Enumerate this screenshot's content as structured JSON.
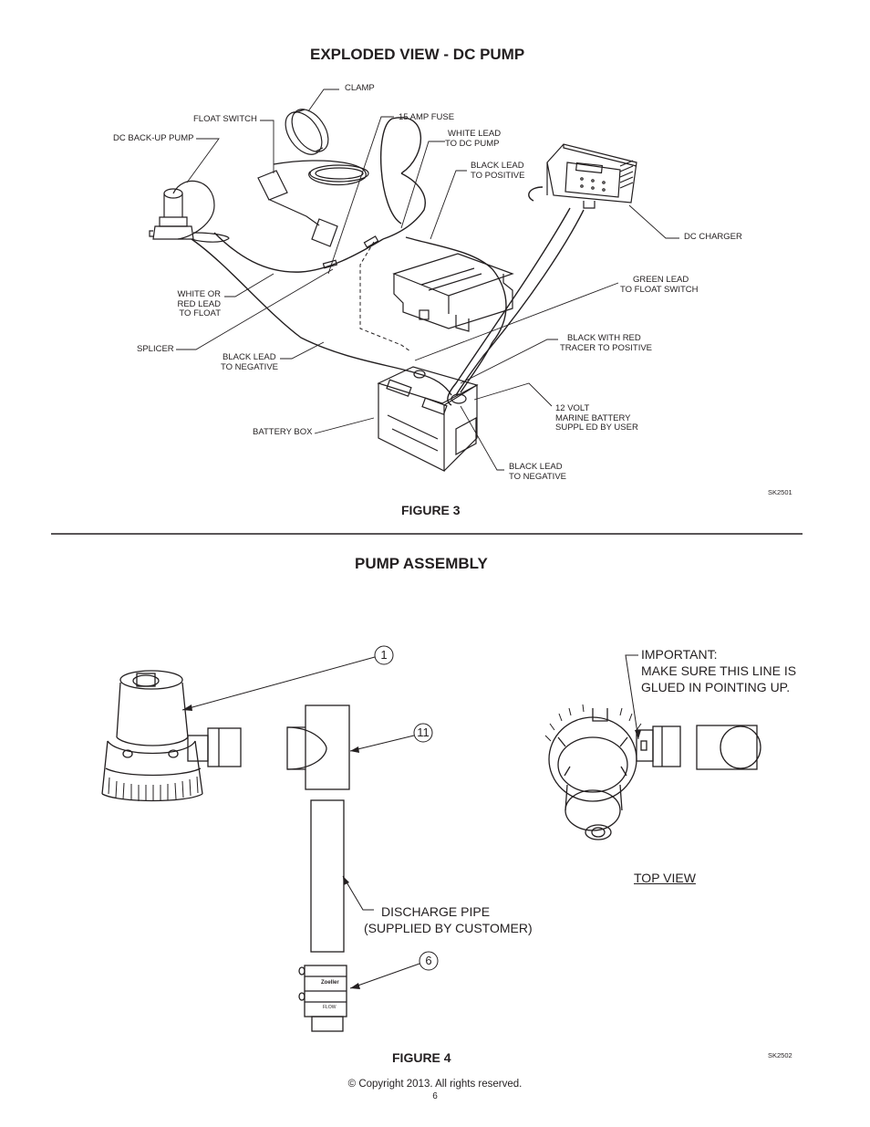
{
  "figure3": {
    "title": "EXPLODED VIEW - DC PUMP",
    "caption": "FIGURE 3",
    "code": "SK2501",
    "labels": {
      "clamp": "CLAMP",
      "float_switch": "FLOAT SWITCH",
      "dc_backup_pump": "DC BACK-UP PUMP",
      "fuse": "15 AMP FUSE",
      "white_lead_l1": "WHITE LEAD",
      "white_lead_l2": "TO DC PUMP",
      "black_pos_l1": "BLACK LEAD",
      "black_pos_l2": "TO POSITIVE",
      "dc_charger": "DC CHARGER",
      "white_red_l1": "WHITE OR",
      "white_red_l2": "RED LEAD",
      "white_red_l3": "TO FLOAT",
      "green_l1": "GREEN LEAD",
      "green_l2": "TO FLOAT SWITCH",
      "splicer": "SPLICER",
      "black_neg1_l1": "BLACK LEAD",
      "black_neg1_l2": "TO NEGATIVE",
      "tracer_l1": "BLACK WITH RED",
      "tracer_l2": "TRACER TO POSITIVE",
      "battery_l1": "12 VOLT",
      "battery_l2": "MARINE BATTERY",
      "battery_l3": "SUPPL ED BY USER",
      "battery_box": "BATTERY BOX",
      "black_neg2_l1": "BLACK LEAD",
      "black_neg2_l2": "TO NEGATIVE"
    }
  },
  "figure4": {
    "title": "PUMP ASSEMBLY",
    "caption": "FIGURE 4",
    "code": "SK2502",
    "callouts": [
      "1",
      "11",
      "6"
    ],
    "important_l1": "IMPORTANT:",
    "important_l2": "MAKE SURE THIS LINE IS",
    "important_l3": "GLUED IN POINTING UP.",
    "top_view": "TOP VIEW",
    "discharge_l1": "DISCHARGE PIPE",
    "discharge_l2": "(SUPPLIED BY CUSTOMER)",
    "check_brand": "Zoeller",
    "check_flow": "FLOW"
  },
  "footer": {
    "copyright": "© Copyright 2013. All rights reserved.",
    "page": "6"
  }
}
